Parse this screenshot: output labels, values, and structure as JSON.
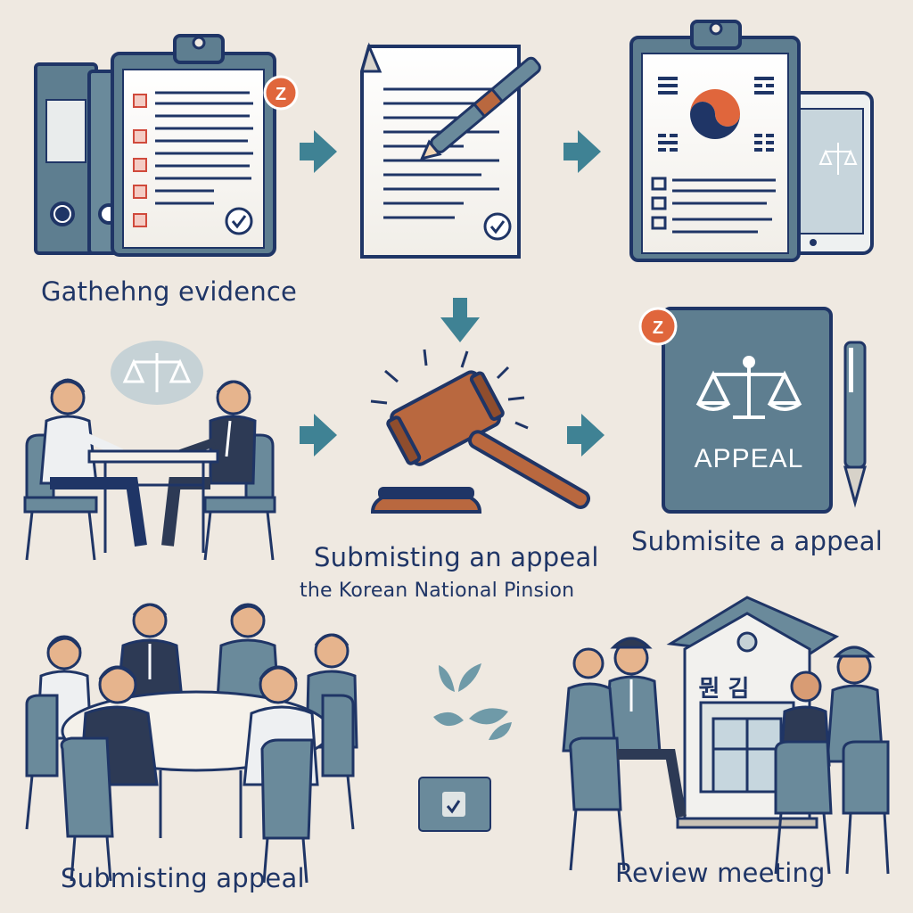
{
  "captions": {
    "gathering": "Gathehng evidence",
    "submit_main": "Submisting an appeal",
    "submit_sub": "the Korean National Pinsion",
    "submit_right": "Submisite a appeal",
    "submit_bottom": "Submisting appeal",
    "review": "Review meeting"
  },
  "badges": {
    "badge_1": "Z",
    "badge_2": "Z"
  },
  "folder_label": "APPEAL",
  "building_sign": "뭔 김",
  "colors": {
    "background": "#efe9e1",
    "navy": "#1f3566",
    "slate": "#5e7e90",
    "teal_arrow": "#3f8294",
    "accent_orange": "#e0663c",
    "wood": "#b9683f"
  },
  "icons": [
    "binder-icon",
    "checklist-document-icon",
    "pen-document-icon",
    "korean-flag-document-icon",
    "tablet-scales-icon",
    "scales-of-justice-icon",
    "gavel-icon",
    "appeal-folder-icon",
    "pen-icon",
    "leaves-icon",
    "building-icon",
    "arrow-right-icon",
    "arrow-down-icon"
  ]
}
